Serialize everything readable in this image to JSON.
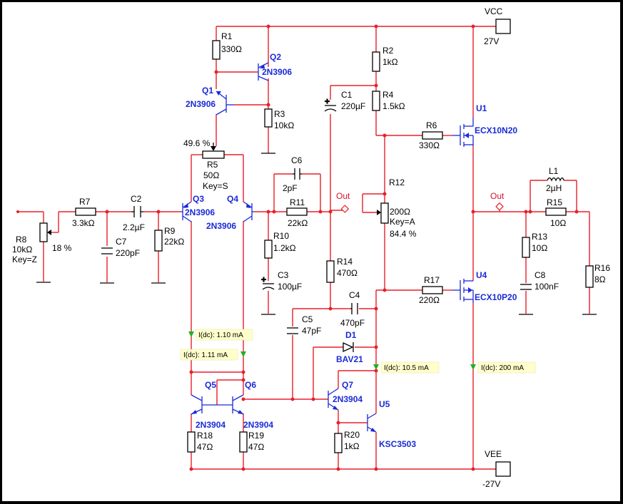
{
  "supply": {
    "vcc_name": "VCC",
    "vcc_value": "27V",
    "vee_name": "VEE",
    "vee_value": "-27V"
  },
  "components": {
    "R1": {
      "ref": "R1",
      "value": "330Ω"
    },
    "R2": {
      "ref": "R2",
      "value": "1kΩ"
    },
    "R3": {
      "ref": "R3",
      "value": "10kΩ"
    },
    "R4": {
      "ref": "R4",
      "value": "1.5kΩ"
    },
    "R5": {
      "ref": "R5",
      "value": "50Ω",
      "key": "Key=S",
      "setting": "49.6 %"
    },
    "R6": {
      "ref": "R6",
      "value": "330Ω"
    },
    "R7": {
      "ref": "R7",
      "value": "3.3kΩ"
    },
    "R8": {
      "ref": "R8",
      "value": "10kΩ",
      "key": "Key=Z",
      "setting": "18 %"
    },
    "R9": {
      "ref": "R9",
      "value": "22kΩ"
    },
    "R10": {
      "ref": "R10",
      "value": "1.2kΩ"
    },
    "R11": {
      "ref": "R11",
      "value": "22kΩ"
    },
    "R12": {
      "ref": "R12",
      "value": "200Ω",
      "key": "Key=A",
      "setting": "84.4 %"
    },
    "R13": {
      "ref": "R13",
      "value": "10Ω"
    },
    "R14": {
      "ref": "R14",
      "value": "470Ω"
    },
    "R15": {
      "ref": "R15",
      "value": "10Ω"
    },
    "R16": {
      "ref": "R16",
      "value": "8Ω"
    },
    "R17": {
      "ref": "R17",
      "value": "220Ω"
    },
    "R18": {
      "ref": "R18",
      "value": "47Ω"
    },
    "R19": {
      "ref": "R19",
      "value": "47Ω"
    },
    "R20": {
      "ref": "R20",
      "value": "1kΩ"
    },
    "C1": {
      "ref": "C1",
      "value": "220µF"
    },
    "C2": {
      "ref": "C2",
      "value": "2.2µF"
    },
    "C3": {
      "ref": "C3",
      "value": "100µF"
    },
    "C4": {
      "ref": "C4",
      "value": "470pF"
    },
    "C5": {
      "ref": "C5",
      "value": "47pF"
    },
    "C6": {
      "ref": "C6",
      "value": "2pF"
    },
    "C7": {
      "ref": "C7",
      "value": "220pF"
    },
    "C8": {
      "ref": "C8",
      "value": "100nF"
    },
    "L1": {
      "ref": "L1",
      "value": "2µH"
    },
    "D1": {
      "ref": "D1",
      "value": "BAV21"
    },
    "Q1": {
      "ref": "Q1",
      "value": "2N3906"
    },
    "Q2": {
      "ref": "Q2",
      "value": "2N3906"
    },
    "Q3": {
      "ref": "Q3",
      "value": "2N3906"
    },
    "Q4": {
      "ref": "Q4",
      "value": "2N3906"
    },
    "Q5": {
      "ref": "Q5",
      "value": "2N3904"
    },
    "Q6": {
      "ref": "Q6",
      "value": "2N3904"
    },
    "Q7": {
      "ref": "Q7",
      "value": "2N3904"
    },
    "U1": {
      "ref": "U1",
      "value": "ECX10N20"
    },
    "U4": {
      "ref": "U4",
      "value": "ECX10P20"
    },
    "U5": {
      "ref": "U5",
      "value": "KSC3503"
    }
  },
  "probes": {
    "p1": "I(dc): 1.10 mA",
    "p2": "I(dc): 1.11 mA",
    "p3": "I(dc): 10.5 mA",
    "p4": "I(dc): 200 mA"
  },
  "nets": {
    "out1": "Out",
    "out2": "Out"
  },
  "colors": {
    "wire": "#e8202a",
    "active_label": "#1a2ad8",
    "probe_bg": "#ffffcc",
    "probe_arrow": "#22b020"
  }
}
